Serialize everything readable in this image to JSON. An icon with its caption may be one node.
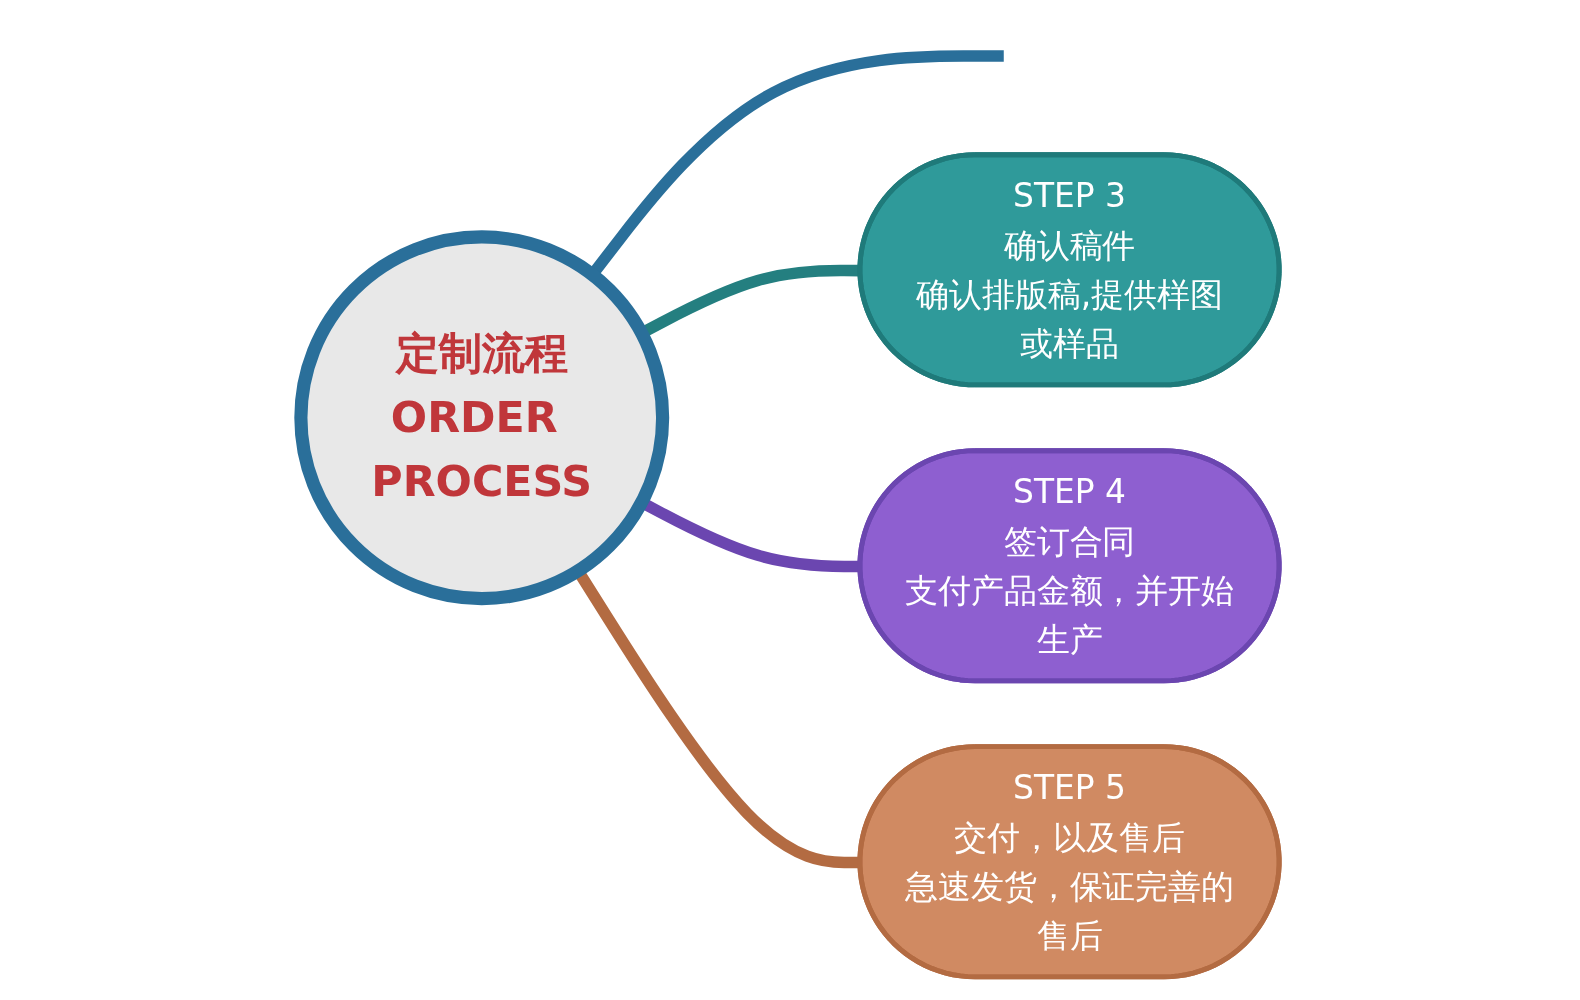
{
  "diagram": {
    "nodes": [
      {
        "text": [
          "定制流程",
          "ORDER PROCESS"
        ]
      },
      {
        "text": [
          "STEP 3",
          "确认稿件",
          "确认排版稿,提供样图或样品"
        ]
      },
      {
        "text": [
          "STEP 4",
          "签订合同",
          "支付产品金额，并开始生产"
        ]
      },
      {
        "text": [
          "STEP 5",
          "交付，以及售后",
          "急速发货，保证完善的售后"
        ]
      }
    ],
    "edges": [
      {
        "from": 0,
        "to": null,
        "arrow": "none",
        "color": "#2a6f9a"
      },
      {
        "from": 0,
        "to": 1,
        "arrow": "none",
        "color": "#247f80"
      },
      {
        "from": 0,
        "to": 2,
        "arrow": "none",
        "color": "#6b46b0"
      },
      {
        "from": 0,
        "to": 3,
        "arrow": "none",
        "color": "#b36b42"
      }
    ]
  }
}
